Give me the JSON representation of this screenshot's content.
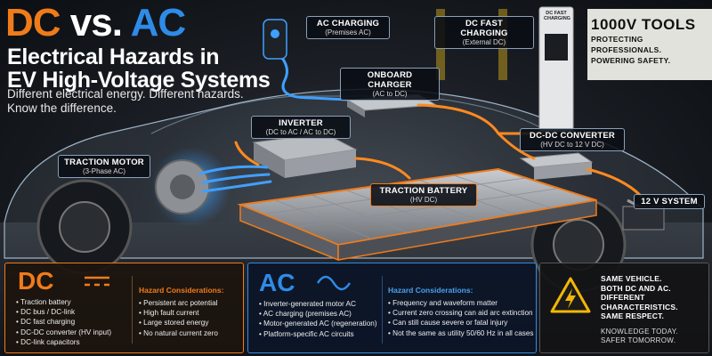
{
  "title": {
    "dc": "DC",
    "vs": "vs.",
    "ac": "AC",
    "line2": "Electrical Hazards in",
    "line3": "EV High-Voltage Systems",
    "subtitle": "Different electrical energy. Different hazards. Know the difference."
  },
  "callouts": {
    "ac_charging": {
      "title": "AC CHARGING",
      "sub": "(Premises AC)"
    },
    "dc_fast_charging": {
      "title": "DC FAST CHARGING",
      "sub": "(External DC)"
    },
    "onboard_charger": {
      "title": "ONBOARD CHARGER",
      "sub": "(AC to DC)"
    },
    "inverter": {
      "title": "INVERTER",
      "sub": "(DC to AC / AC to DC)"
    },
    "traction_motor": {
      "title": "TRACTION MOTOR",
      "sub": "(3-Phase AC)"
    },
    "dc_dc_converter": {
      "title": "DC-DC CONVERTER",
      "sub": "(HV DC to 12 V DC)"
    },
    "traction_battery": {
      "title": "TRACTION BATTERY",
      "sub": "(HV DC)"
    },
    "twelve_v_system": {
      "title": "12 V SYSTEM"
    }
  },
  "charger_sign": "DC FAST CHARGING",
  "wall_sign": {
    "line1": "1000V TOOLS",
    "line2": "PROTECTING PROFESSIONALS.",
    "line3": "POWERING SAFETY."
  },
  "dc_panel": {
    "heading": "DC",
    "items": [
      "Traction battery",
      "DC bus / DC-link",
      "DC fast charging",
      "DC-DC converter (HV input)",
      "DC-link capacitors"
    ],
    "hazard_heading": "Hazard Considerations:",
    "hazards": [
      "Persistent arc potential",
      "High fault current",
      "Large stored energy",
      "No natural current zero"
    ]
  },
  "ac_panel": {
    "heading": "AC",
    "items": [
      "Inverter-generated motor AC",
      "AC charging (premises AC)",
      "Motor-generated AC (regeneration)",
      "Platform-specific AC circuits"
    ],
    "hazard_heading": "Hazard Considerations:",
    "hazards": [
      "Frequency and waveform matter",
      "Current zero crossing can aid arc extinction",
      "Can still cause severe or fatal injury",
      "Not the same as utility 50/60 Hz in all cases"
    ]
  },
  "summary_panel": {
    "line1": "SAME VEHICLE.",
    "line2": "BOTH DC AND AC.",
    "line3": "DIFFERENT CHARACTERISTICS.",
    "line4": "SAME RESPECT.",
    "footer1": "KNOWLEDGE TODAY.",
    "footer2": "SAFER TOMORROW."
  },
  "colors": {
    "dc": "#f07b1a",
    "ac": "#2f8be8",
    "warning": "#f2b705"
  },
  "icons": [
    "lightning-warning-icon",
    "dc-symbol-icon",
    "ac-sine-icon"
  ]
}
